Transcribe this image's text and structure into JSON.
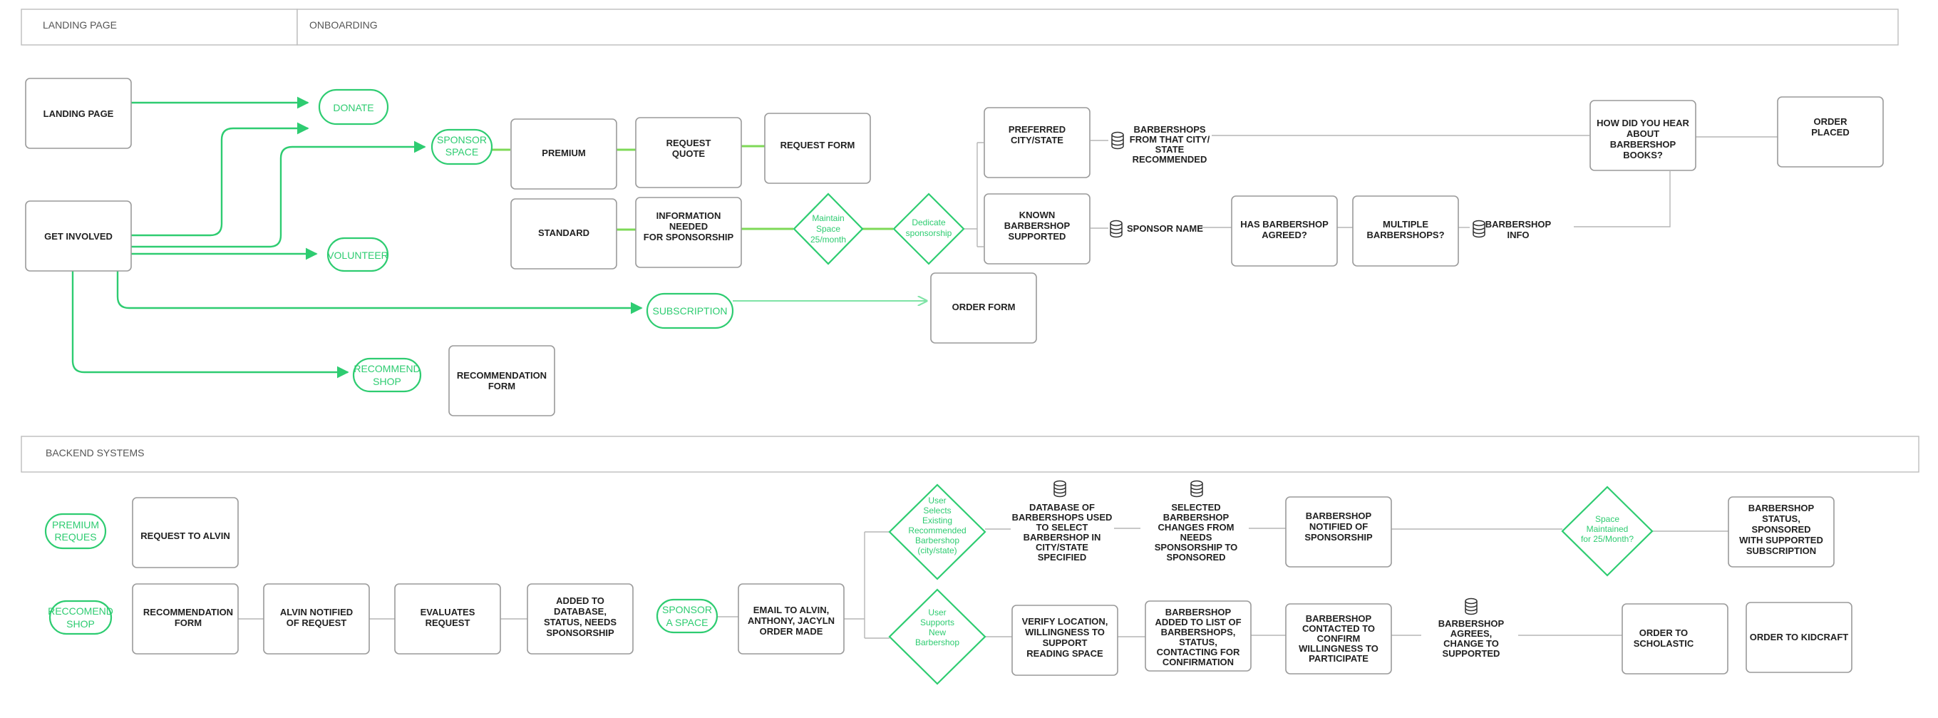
{
  "sections": {
    "landing": "LANDING PAGE",
    "onboarding": "ONBOARDING",
    "backend": "BACKEND SYSTEMS"
  },
  "onboarding": {
    "landing_page": "LANDING PAGE",
    "get_involved": "GET INVOLVED",
    "donate": "DONATE",
    "sponsor_space": [
      "SPONSOR",
      "SPACE"
    ],
    "volunteer": "VOLUNTEER",
    "subscription": "SUBSCRIPTION",
    "recommend_shop": [
      "RECOMMEND",
      "SHOP"
    ],
    "recommendation_form": [
      "RECOMMENDATION",
      "FORM"
    ],
    "premium": "PREMIUM",
    "standard": "STANDARD",
    "request_quote": [
      "REQUEST",
      "QUOTE"
    ],
    "request_form": "REQUEST FORM",
    "info_needed": [
      "INFORMATION",
      "NEEDED",
      "FOR SPONSORSHIP"
    ],
    "maintain_space": [
      "Maintain",
      "Space",
      "25/month"
    ],
    "dedicate_sponsorship": [
      "Dedicate",
      "sponsorship"
    ],
    "preferred_city": [
      "PREFERRED",
      "CITY/STATE"
    ],
    "known_barbershop": [
      "KNOWN",
      "BARBERSHOP",
      "SUPPORTED"
    ],
    "barbershops_recommended": [
      "BARBERSHOPS",
      "FROM THAT CITY/",
      "STATE",
      "RECOMMENDED"
    ],
    "sponsor_name": "SPONSOR NAME",
    "has_agreed": [
      "HAS BARBERSHOP",
      "AGREED?"
    ],
    "multiple_barbershops": [
      "MULTIPLE",
      "BARBERSHOPS?"
    ],
    "barbershop_info": [
      "BARBERSHOP",
      "INFO"
    ],
    "how_did_you_hear": [
      "HOW DID YOU HEAR",
      "ABOUT",
      "BARBERSHOP",
      "BOOKS?"
    ],
    "order_placed": [
      "ORDER",
      "PLACED"
    ],
    "order_form": "ORDER FORM"
  },
  "backend": {
    "premium_reques": [
      "PREMIUM",
      "REQUES"
    ],
    "request_to_alvin": "REQUEST TO ALVIN",
    "reccomend_shop": [
      "RECCOMEND",
      "SHOP"
    ],
    "recommendation_form": [
      "RECOMMENDATION",
      "FORM"
    ],
    "alvin_notified": [
      "ALVIN NOTIFIED",
      "OF REQUEST"
    ],
    "evaluates_request": [
      "EVALUATES",
      "REQUEST"
    ],
    "added_to_database": [
      "ADDED TO",
      "DATABASE,",
      "STATUS, NEEDS",
      "SPONSORSHIP"
    ],
    "sponsor_a_space": [
      "SPONSOR",
      "A SPACE"
    ],
    "email_to_alvin": [
      "EMAIL TO ALVIN,",
      "ANTHONY, JACYLN",
      "ORDER MADE"
    ],
    "user_selects_existing": [
      "User",
      "Selects",
      "Existing",
      "Recommended",
      "Barbershop",
      "(city/state)"
    ],
    "user_supports_new": [
      "User",
      "Supports",
      "New",
      "Barbershop"
    ],
    "database_of_barbershops": [
      "DATABASE OF",
      "BARBERSHOPS USED",
      "TO SELECT",
      "BARBERSHOP IN",
      "CITY/STATE",
      "SPECIFIED"
    ],
    "selected_barbershop_changes": [
      "SELECTED",
      "BARBERSHOP",
      "CHANGES FROM",
      "NEEDS",
      "SPONSORSHIP TO",
      "SPONSORED"
    ],
    "barbershop_notified": [
      "BARBERSHOP",
      "NOTIFIED OF",
      "SPONSORSHIP"
    ],
    "space_maintained": [
      "Space",
      "Maintained",
      "for 25/Month?"
    ],
    "barbershop_status_sponsored": [
      "BARBERSHOP",
      "STATUS,",
      "SPONSORED",
      "WITH SUPPORTED",
      "SUBSCRIPTION"
    ],
    "verify_location": [
      "VERIFY LOCATION,",
      "WILLINGNESS TO",
      "SUPPORT",
      "READING SPACE"
    ],
    "barbershop_added": [
      "BARBERSHOP",
      "ADDED TO LIST OF",
      "BARBERSHOPS,",
      "STATUS,",
      "CONTACTING FOR",
      "CONFIRMATION"
    ],
    "barbershop_contacted": [
      "BARBERSHOP",
      "CONTACTED TO",
      "CONFIRM",
      "WILLINGNESS TO",
      "PARTICIPATE"
    ],
    "barbershop_agrees": [
      "BARBERSHOP",
      "AGREES,",
      "CHANGE TO",
      "SUPPORTED"
    ],
    "order_to_scholastic": [
      "ORDER TO",
      "SCHOLASTIC"
    ],
    "order_to_kidcraft": "ORDER TO KIDCRAFT"
  }
}
